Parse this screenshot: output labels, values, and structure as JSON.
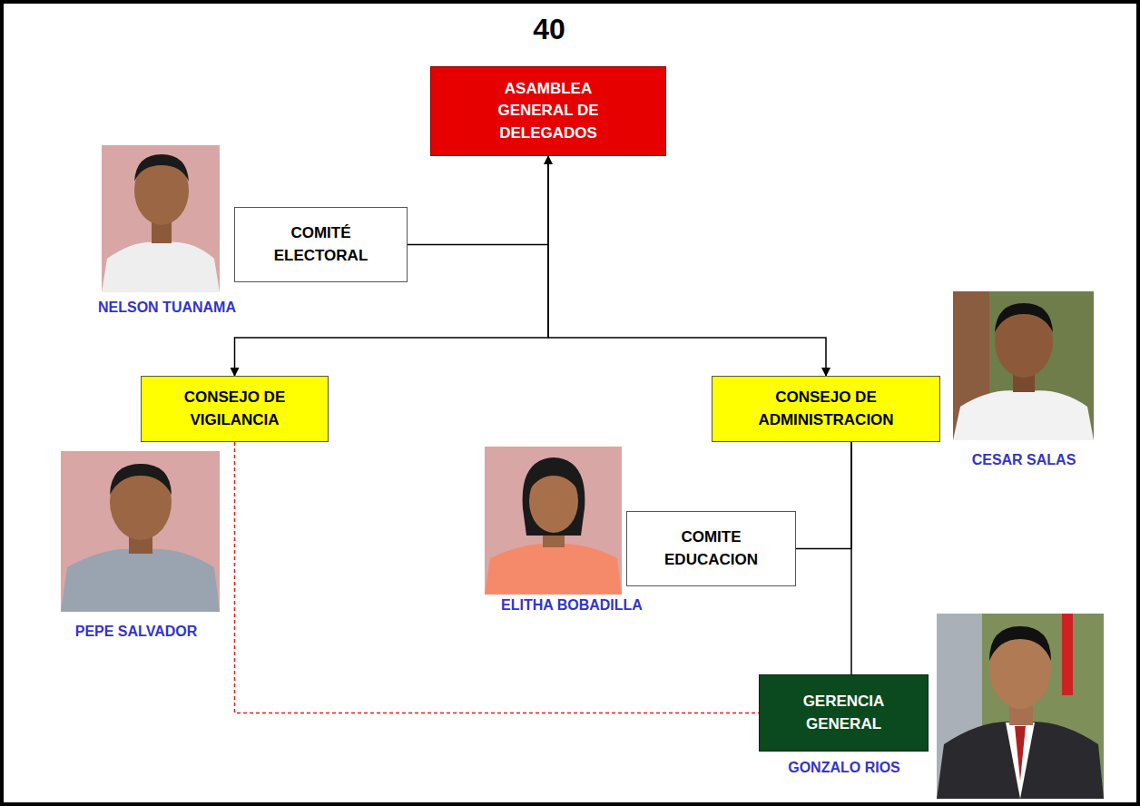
{
  "diagram": {
    "title": "40",
    "nodes": [
      {
        "text": [
          "ASAMBLEA GENERAL DE DELEGADOS"
        ]
      },
      {
        "text": [
          "COMITÉ ELECTORAL"
        ]
      },
      {
        "text": [
          "CONSEJO DE VIGILANCIA"
        ]
      },
      {
        "text": [
          "CONSEJO DE ADMINISTRACION"
        ]
      },
      {
        "text": [
          "COMITE EDUCACION"
        ]
      },
      {
        "text": [
          "GERENCIA GENERAL"
        ]
      }
    ],
    "edges": [
      {
        "from": 0,
        "to": 2,
        "arrow": "to"
      },
      {
        "from": 0,
        "to": 3,
        "arrow": "to"
      },
      {
        "from": 1,
        "to": 0,
        "arrow": "to"
      },
      {
        "from": 3,
        "to": 4,
        "arrow": "none"
      },
      {
        "from": 3,
        "to": 5,
        "arrow": "none"
      },
      {
        "from": 2,
        "to": 5,
        "arrow": "none"
      }
    ],
    "labels": [
      "NELSON TUANAMA",
      "CESAR SALAS",
      "PEPE SALVADOR",
      "ELITHA BOBADILLA",
      "GONZALO RIOS"
    ]
  }
}
